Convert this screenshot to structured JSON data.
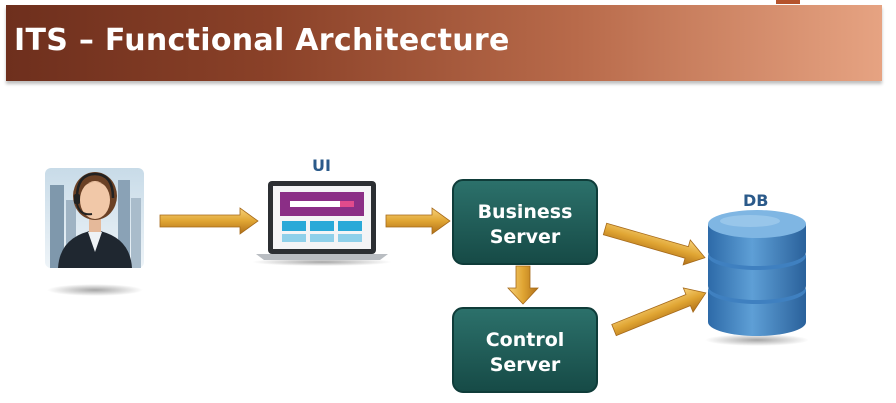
{
  "title": "ITS – Functional Architecture",
  "nodes": {
    "ui_label": "UI",
    "db_label": "DB",
    "business_line1": "Business",
    "business_line2": "Server",
    "control_line1": "Control",
    "control_line2": "Server"
  },
  "icons": {
    "user": "user-headset-icon",
    "ui": "laptop-icon",
    "db": "database-icon"
  },
  "colors": {
    "title_bar_start": "#6e2f1d",
    "title_bar_end": "#e6a382",
    "server_box": "#1f5a56",
    "arrow": "#e0a533",
    "database": "#3a7bbf",
    "label": "#2b5a8a"
  }
}
